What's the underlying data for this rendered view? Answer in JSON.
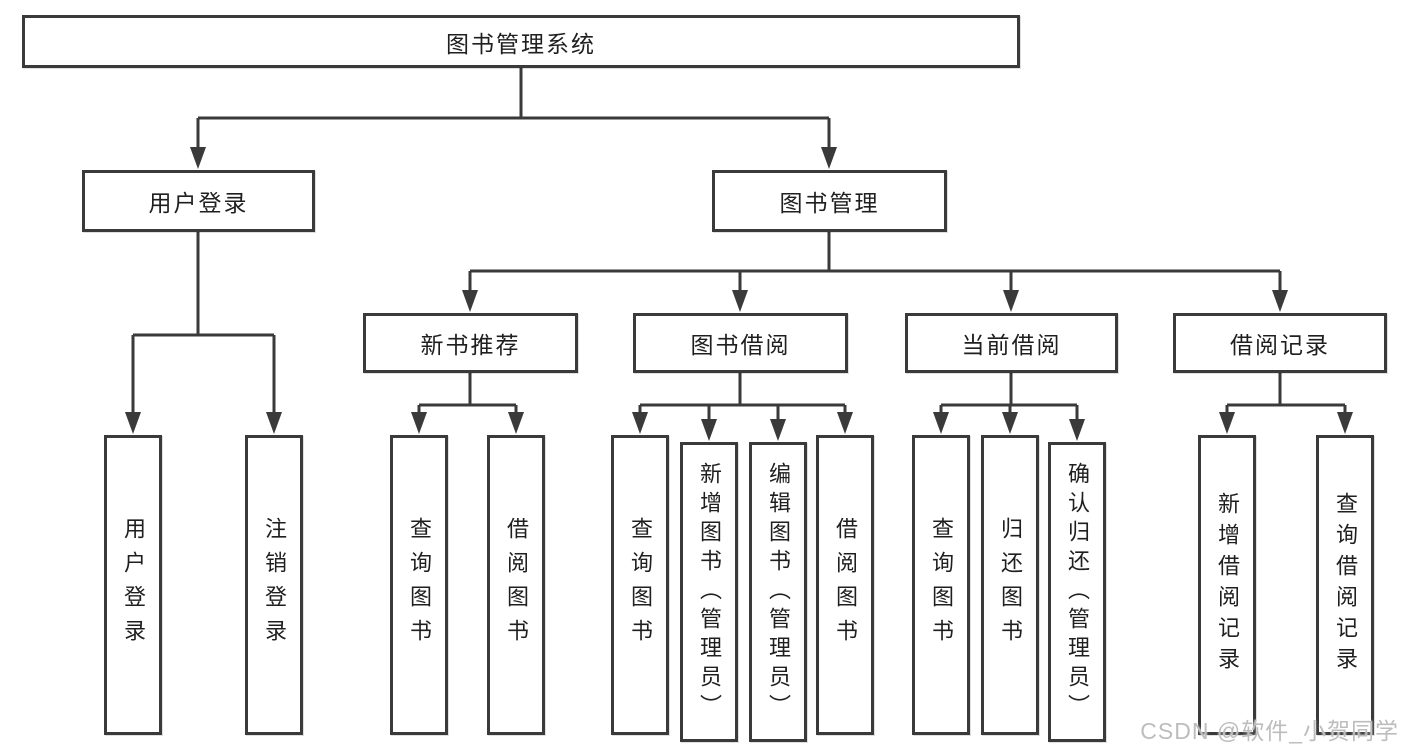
{
  "title": "图书管理系统",
  "watermark": "CSDN @软件_小贺同学",
  "colors": {
    "line": "#3a3a3a",
    "box_border": "#3a3a3a",
    "text": "#1f1f1f",
    "watermark": "#bdbdbd",
    "background": "#ffffff"
  },
  "tree": {
    "root": {
      "label": "图书管理系统"
    },
    "children": [
      {
        "label": "用户登录",
        "children": [
          {
            "label": "用户登录"
          },
          {
            "label": "注销登录"
          }
        ]
      },
      {
        "label": "图书管理",
        "children": [
          {
            "label": "新书推荐",
            "children": [
              {
                "label": "查询图书"
              },
              {
                "label": "借阅图书"
              }
            ]
          },
          {
            "label": "图书借阅",
            "children": [
              {
                "label": "查询图书"
              },
              {
                "label": "新增图书（管理员）"
              },
              {
                "label": "编辑图书（管理员）"
              },
              {
                "label": "借阅图书"
              }
            ]
          },
          {
            "label": "当前借阅",
            "children": [
              {
                "label": "查询图书"
              },
              {
                "label": "归还图书"
              },
              {
                "label": "确认归还（管理员）"
              }
            ]
          },
          {
            "label": "借阅记录",
            "children": [
              {
                "label": "新增借阅记录"
              },
              {
                "label": "查询借阅记录"
              }
            ]
          }
        ]
      }
    ]
  }
}
